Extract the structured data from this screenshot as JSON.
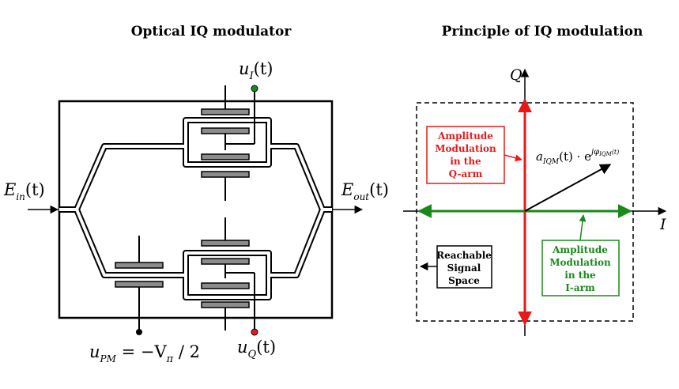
{
  "left_panel": {
    "title": "Optical IQ modulator",
    "labels": {
      "ui": "u",
      "ui_sub": "I",
      "ui_arg": "(t)",
      "uq": "u",
      "uq_sub": "Q",
      "uq_arg": "(t)",
      "ein": "E",
      "ein_sub": "in",
      "ein_arg": "(t)",
      "eout": "E",
      "eout_sub": "out",
      "eout_arg": "(t)",
      "upm": "u",
      "upm_sub": "PM",
      "upm_eq": " = −V",
      "upm_pi": "π",
      "upm_tail": " / 2"
    }
  },
  "right_panel": {
    "title": "Principle of IQ modulation",
    "axis_q": "Q",
    "axis_i": "I",
    "phasor_a": "a",
    "phasor_sub": "IQM",
    "phasor_mid": "(t) · e",
    "phasor_exp": "jφ",
    "phasor_exp_sub": "IQM",
    "phasor_exp_tail": "(t)",
    "box_q": [
      "Amplitude",
      "Modulation",
      "in the",
      "Q-arm"
    ],
    "box_i": [
      "Amplitude",
      "Modulation",
      "in the",
      "I-arm"
    ],
    "box_reach": [
      "Reachable",
      "Signal",
      "Space"
    ]
  },
  "colors": {
    "red": "#e8191a",
    "green": "#188a1a",
    "electrode": "#8c8c8c",
    "black": "#000000"
  }
}
